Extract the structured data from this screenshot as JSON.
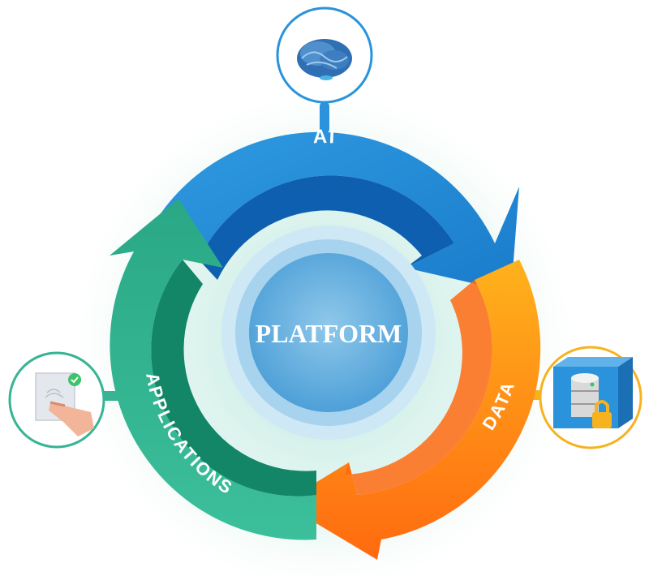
{
  "center": {
    "label": "PLATFORM"
  },
  "segments": [
    {
      "id": "ai",
      "label": "AI",
      "color_outer": "#2a93dc",
      "color_inner": "#0f5fb0"
    },
    {
      "id": "data",
      "label": "DATA",
      "color_outer": "#f6b21f",
      "color_inner": "#ff6a10"
    },
    {
      "id": "applications",
      "label": "APPLICATIONS",
      "color_outer": "#36b493",
      "color_inner": "#128666"
    }
  ],
  "nodes": [
    {
      "id": "ai-node",
      "icon": "brain-icon",
      "border": "#2a93dc"
    },
    {
      "id": "data-node",
      "icon": "database-lock-icon",
      "border": "#f6b21f"
    },
    {
      "id": "applications-node",
      "icon": "fingerprint-touch-icon",
      "border": "#36b493"
    }
  ]
}
